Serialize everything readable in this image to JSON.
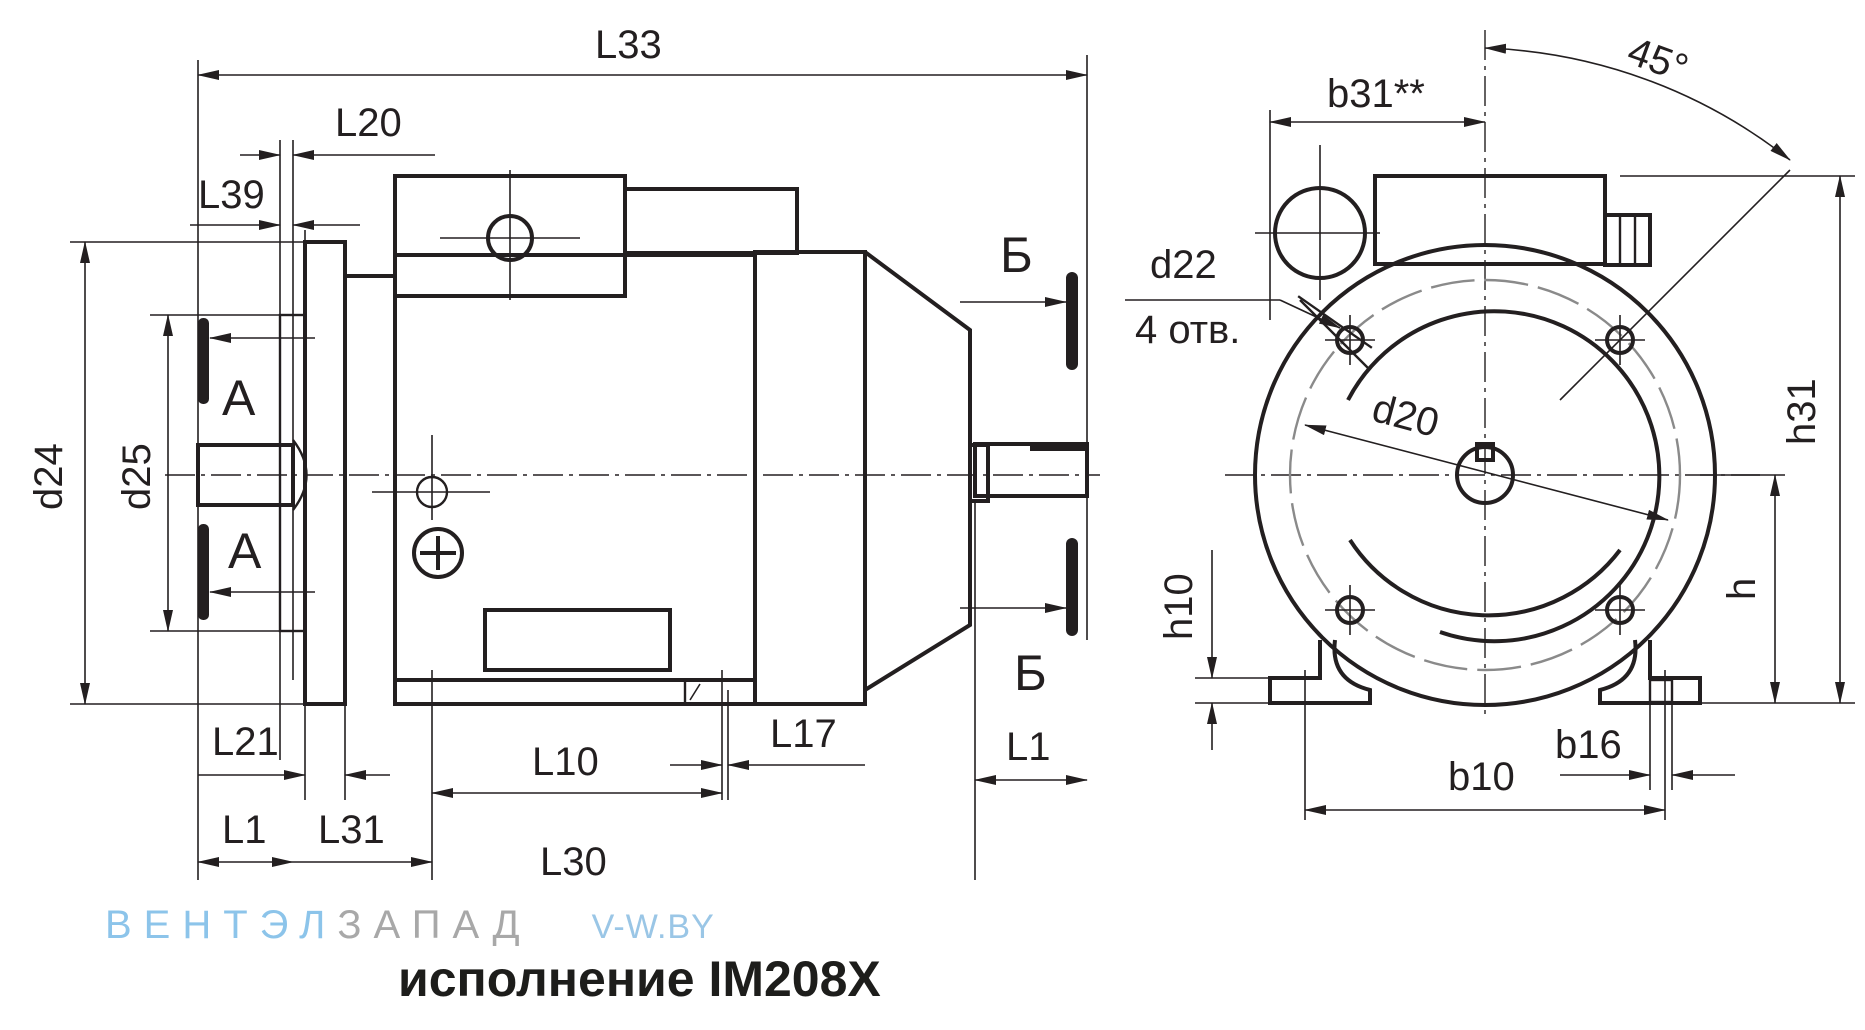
{
  "side_view_labels": {
    "L33": "L33",
    "L20": "L20",
    "L39": "L39",
    "d24": "d24",
    "d25": "d25",
    "A_top": "А",
    "A_bottom": "А",
    "B_top": "Б",
    "B_bottom": "Б",
    "L21": "L21",
    "L1_left": "L1",
    "L31": "L31",
    "L10": "L10",
    "L17": "L17",
    "L1_right": "L1",
    "L30": "L30"
  },
  "front_view_labels": {
    "angle": "45°",
    "b31": "b31**",
    "d22": "d22",
    "holes": "4 отв.",
    "d20": "d20",
    "h31": "h31",
    "h10": "h10",
    "h": "h",
    "b16": "b16",
    "b10": "b10"
  },
  "watermark": {
    "part1": "ВЕНТЭЛ",
    "part2": "ЗАПАД",
    "site": "V-W.BY"
  },
  "caption": "исполнение IM208X"
}
